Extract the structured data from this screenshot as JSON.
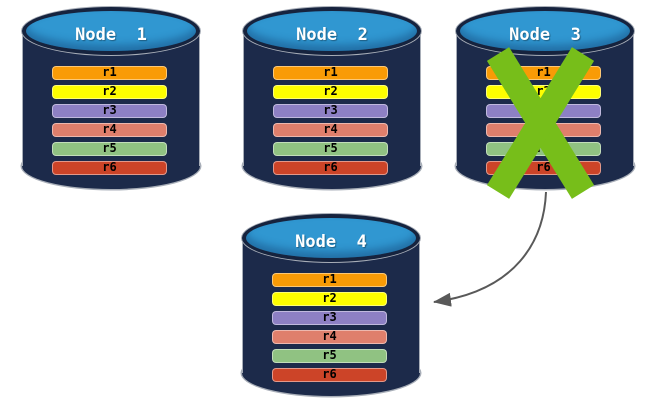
{
  "diagram": {
    "description": "Database replication diagram: four database nodes holding rows r1-r6; Node 3 is crossed out (failed) with an arrow pointing to replacement Node 4",
    "nodes": [
      {
        "id": "node-1",
        "label": "Node  1",
        "rows": [
          "r1",
          "r2",
          "r3",
          "r4",
          "r5",
          "r6"
        ],
        "failed": false
      },
      {
        "id": "node-2",
        "label": "Node  2",
        "rows": [
          "r1",
          "r2",
          "r3",
          "r4",
          "r5",
          "r6"
        ],
        "failed": false
      },
      {
        "id": "node-3",
        "label": "Node  3",
        "rows": [
          "r1",
          "r2",
          "r3",
          "r4",
          "r5",
          "r6"
        ],
        "failed": true
      },
      {
        "id": "node-4",
        "label": "Node  4",
        "rows": [
          "r1",
          "r2",
          "r3",
          "r4",
          "r5",
          "r6"
        ],
        "failed": false
      }
    ],
    "row_colors": {
      "r1": "#F99B06",
      "r2": "#FEFE00",
      "r3": "#8D80C4",
      "r4": "#DF7F6C",
      "r5": "#90C282",
      "r6": "#CC4428"
    },
    "arrow": {
      "from": "Node 3",
      "to": "Node 4"
    },
    "colors": {
      "cylinder_body": "#1C2A4A",
      "cylinder_top": "#3097D1",
      "cylinder_top_rim": "#16233E",
      "outline": "#A8AEB8",
      "failure_x": "#77BE1A",
      "arrow": "#595959",
      "row_text": "#000000",
      "title_text": "#FFFFFF"
    }
  }
}
